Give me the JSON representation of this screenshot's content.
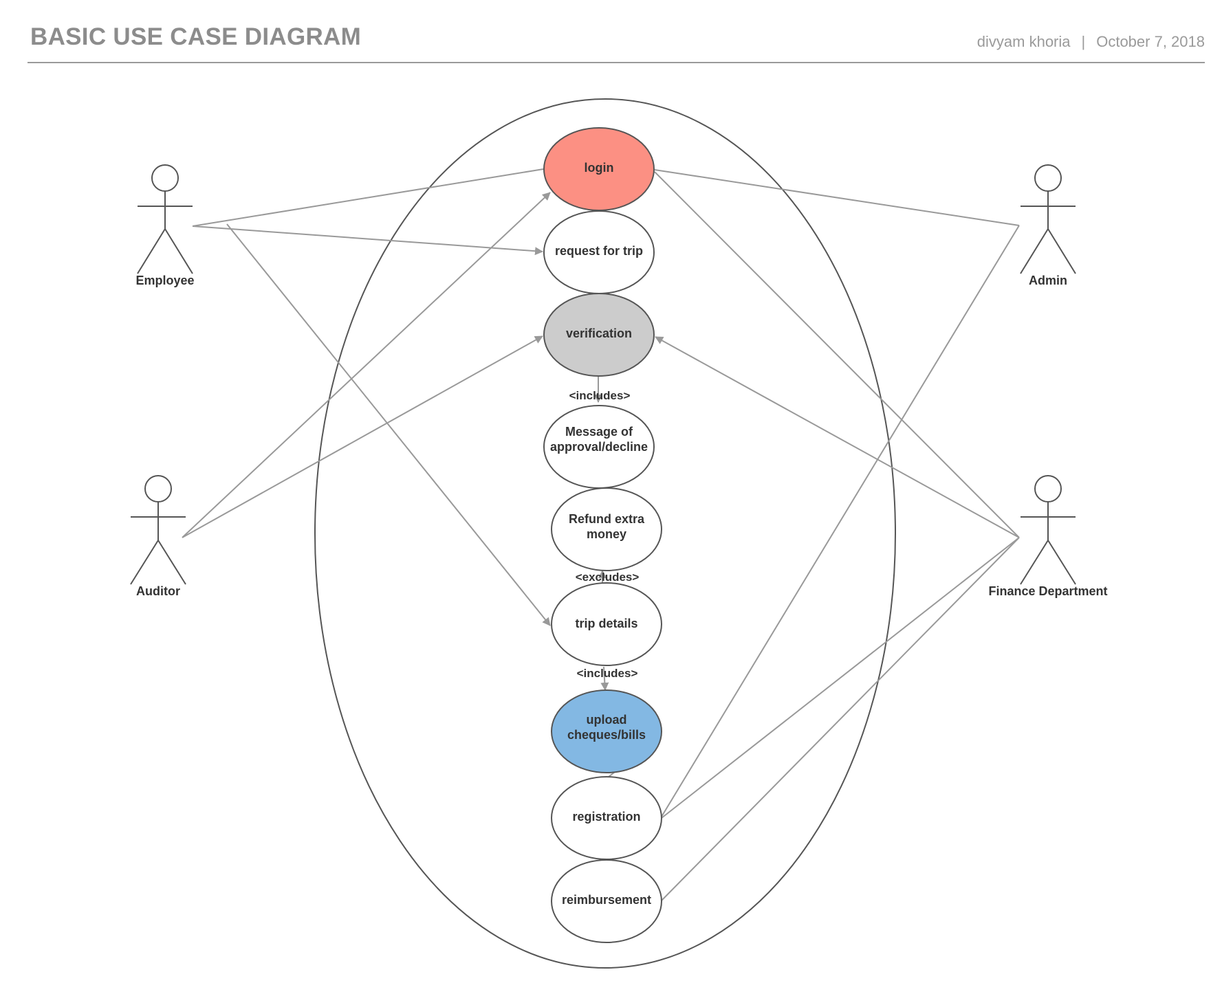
{
  "header": {
    "title": "BASIC USE CASE DIAGRAM",
    "author": "divyam khoria",
    "separator": "|",
    "date": "October 7, 2018"
  },
  "actors": {
    "employee": "Employee",
    "auditor": "Auditor",
    "admin": "Admin",
    "finance": "Finance Department"
  },
  "use_cases": {
    "login": "login",
    "request_trip": "request for trip",
    "verification": "verification",
    "message_line1": "Message of",
    "message_line2": "approval/decline",
    "refund_line1": "Refund extra",
    "refund_line2": "money",
    "trip_details": "trip details",
    "upload_line1": "upload",
    "upload_line2": "cheques/bills",
    "registration": "registration",
    "reimbursement": "reimbursement"
  },
  "relations": {
    "includes_1": "<includes>",
    "excludes": "<excludes>",
    "includes_2": "<includes>"
  },
  "colors": {
    "login_fill": "#fc9083",
    "verification_fill": "#cccccc",
    "upload_fill": "#83b8e3",
    "outline": "#555555",
    "connector": "#999999"
  }
}
